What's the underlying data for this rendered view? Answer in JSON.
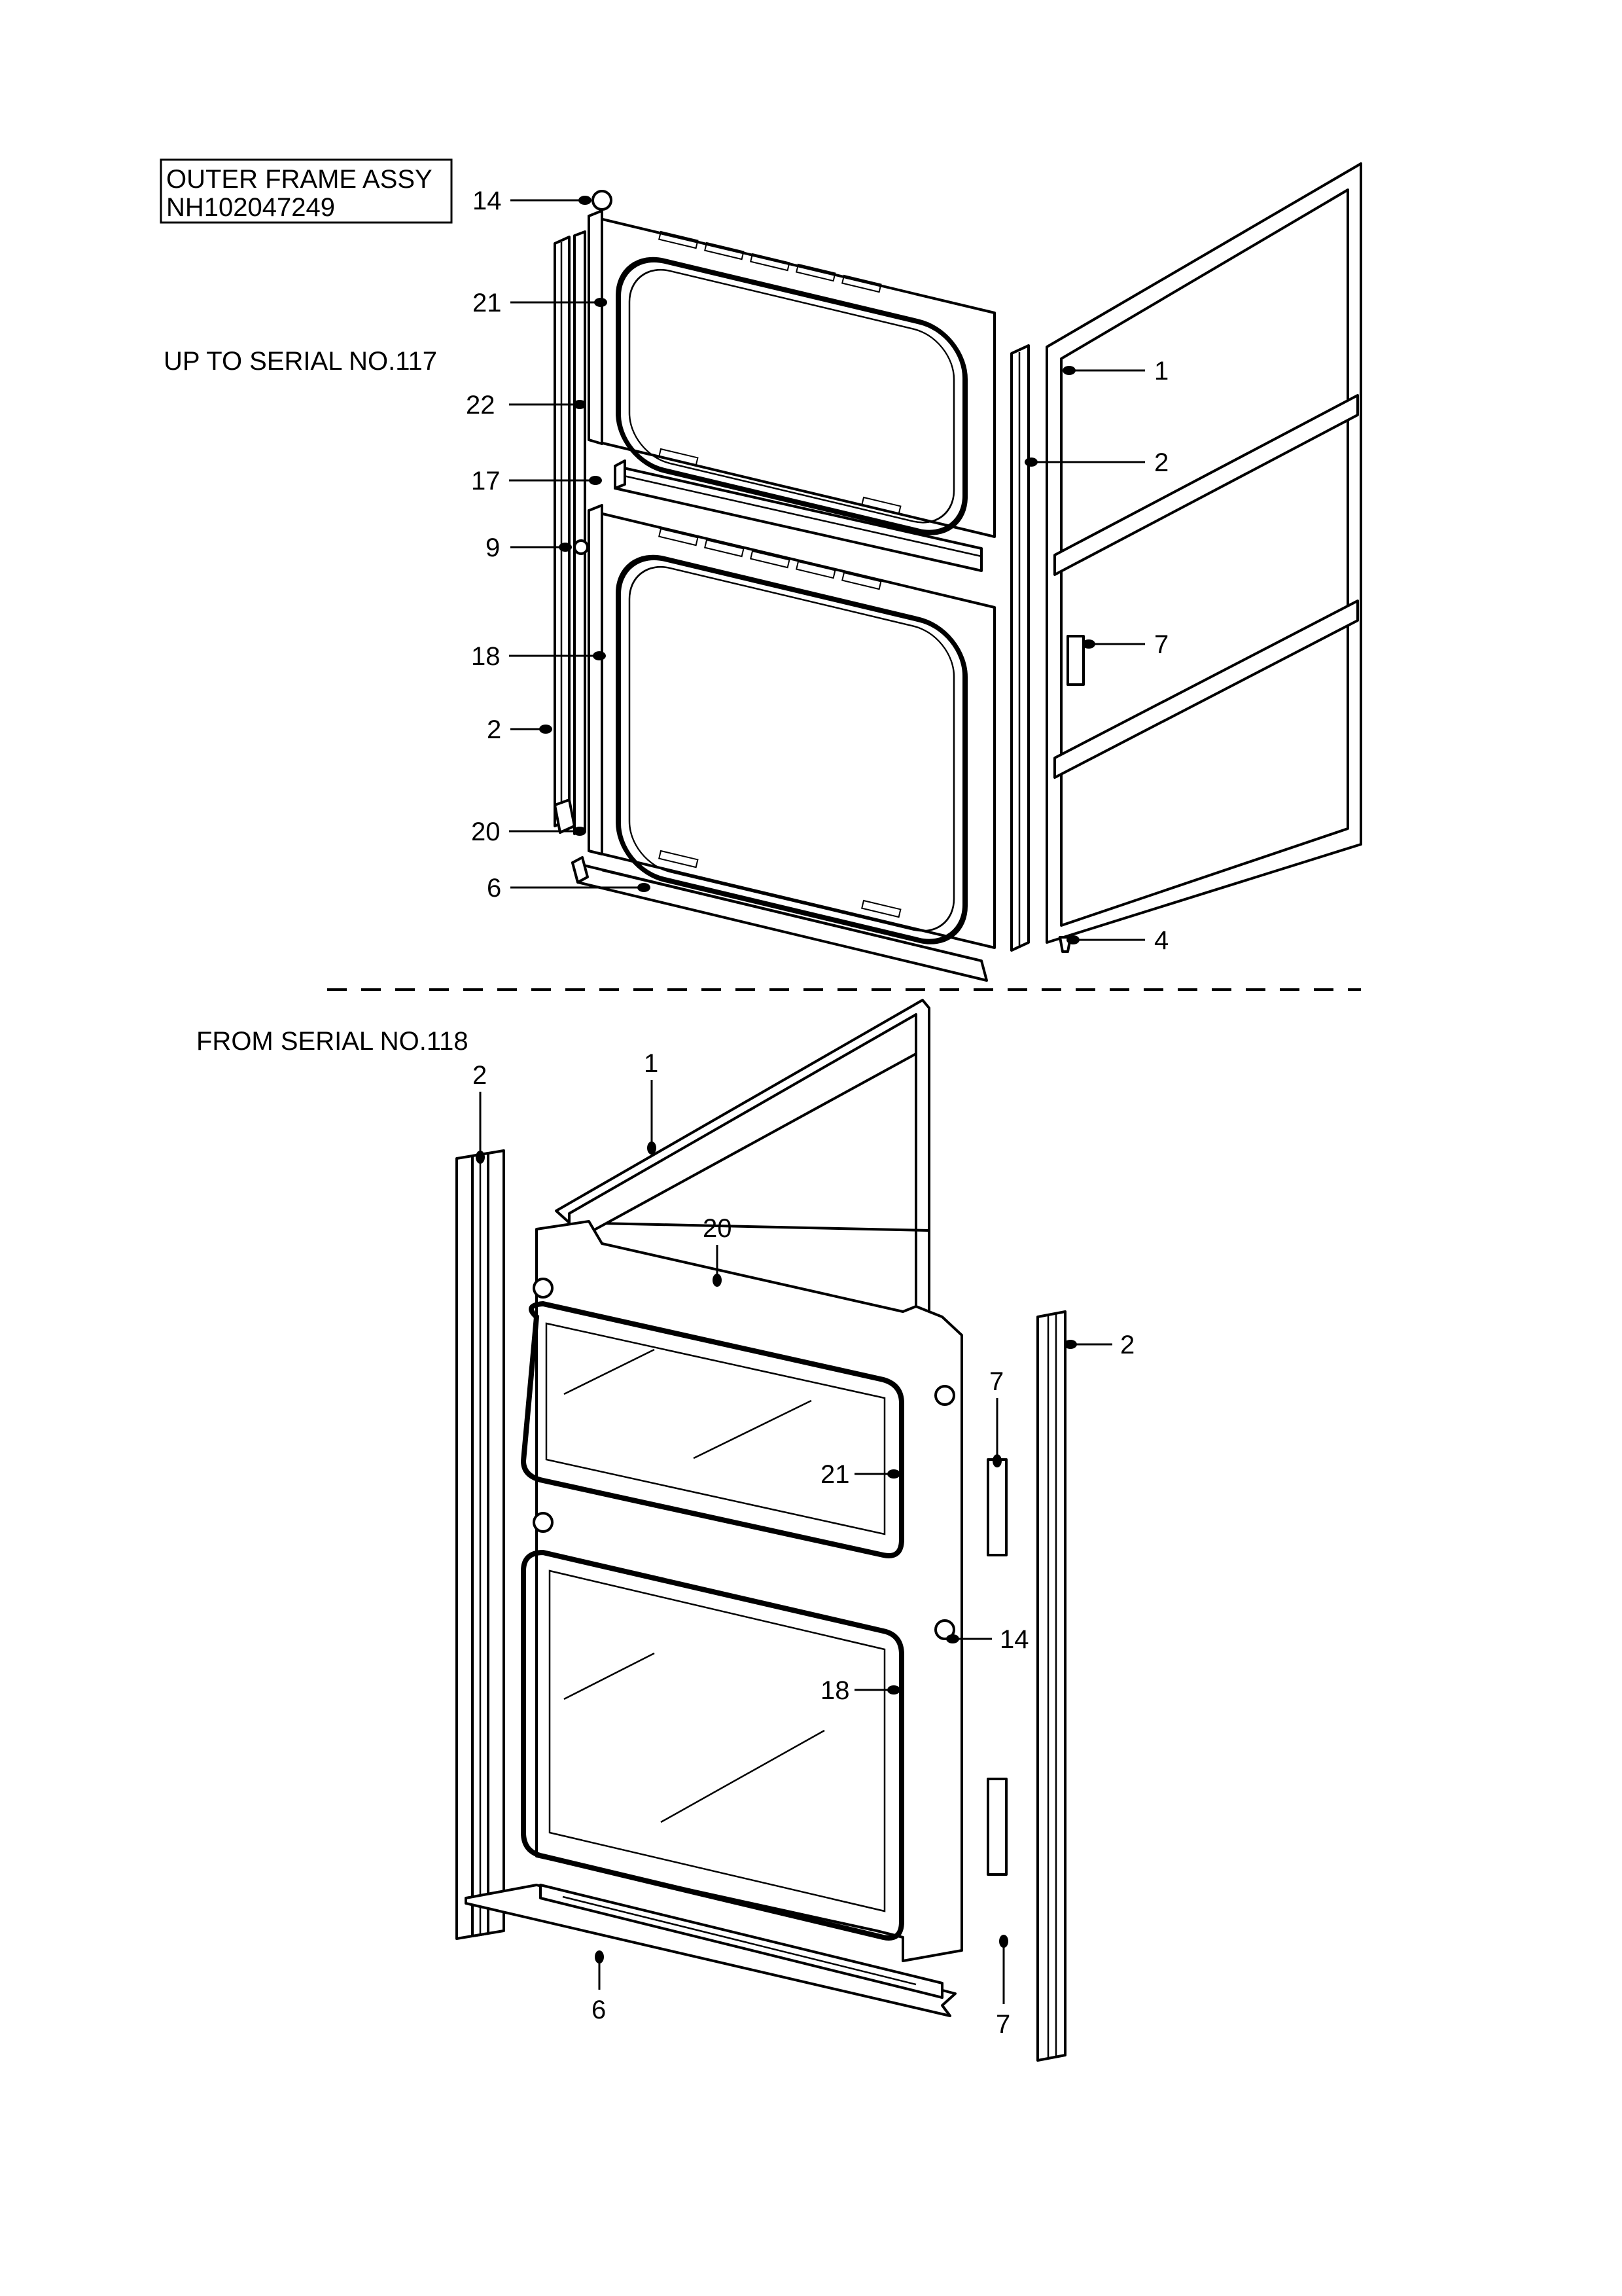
{
  "title_box": {
    "line1": "OUTER FRAME ASSY",
    "line2": "NH102047249"
  },
  "section_top": {
    "heading": "UP TO SERIAL NO.117"
  },
  "section_bottom": {
    "heading": "FROM SERIAL NO.118"
  },
  "callouts_top": {
    "c14": "14",
    "c21": "21",
    "c22": "22",
    "c17": "17",
    "c9": "9",
    "c18": "18",
    "c2a": "2",
    "c20": "20",
    "c6": "6",
    "c1": "1",
    "c2b": "2",
    "c7": "7",
    "c4": "4"
  },
  "callouts_bottom": {
    "c2a": "2",
    "c1": "1",
    "c20": "20",
    "c2b": "2",
    "c7a": "7",
    "c21": "21",
    "c14": "14",
    "c18": "18",
    "c6": "6",
    "c7b": "7"
  }
}
